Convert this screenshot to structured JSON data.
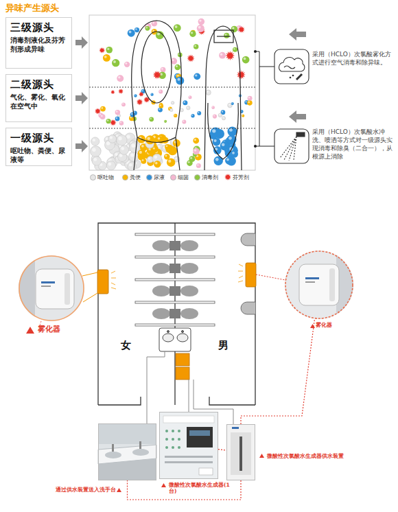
{
  "diagram": {
    "title": "异味产生源头",
    "nodes": [
      {
        "text": [
          "三级源头",
          "消毒剂液化及芬芳剂形成异味"
        ]
      },
      {
        "text": [
          "二级源头",
          "气化、雾化、氧化在空气中"
        ]
      },
      {
        "text": [
          "一级源头",
          "呕吐物、粪便、尿液等"
        ]
      },
      {
        "text": [
          "采用（HCLO）次氯酸雾化方式进行空气消毒和除异味。"
        ]
      },
      {
        "text": [
          "采用（HCLO）次氯酸水冲洗、喷洒等方式对一级源头实现消毒和除臭（二合一），从根源上消除"
        ]
      },
      {
        "text": [
          "雾化器"
        ]
      },
      {
        "text": [
          "雾化器"
        ]
      },
      {
        "text": [
          "通过供水装置送入洗手台"
        ]
      },
      {
        "text": [
          "微酸性次氯酸水生成器(1台)"
        ]
      },
      {
        "text": [
          "微酸性次氯酸水生成器供水装置"
        ]
      }
    ],
    "edges": [
      {
        "from": 9,
        "to": 7,
        "arrow": "none"
      },
      {
        "from": 8,
        "to": 9,
        "arrow": "none"
      },
      {
        "from": 9,
        "to": 6,
        "arrow": "none"
      }
    ],
    "labels": [
      "女",
      "男"
    ],
    "legend": [
      {
        "text": "呕吐物",
        "color": "#e6e6e6"
      },
      {
        "text": "粪便",
        "color": "#f7b500"
      },
      {
        "text": "尿液",
        "color": "#2f8fd8"
      },
      {
        "text": "细菌",
        "color": "#f4b6d0"
      },
      {
        "text": "消毒剂",
        "color": "#8cc63f"
      },
      {
        "text": "芬芳剂"
      }
    ]
  }
}
